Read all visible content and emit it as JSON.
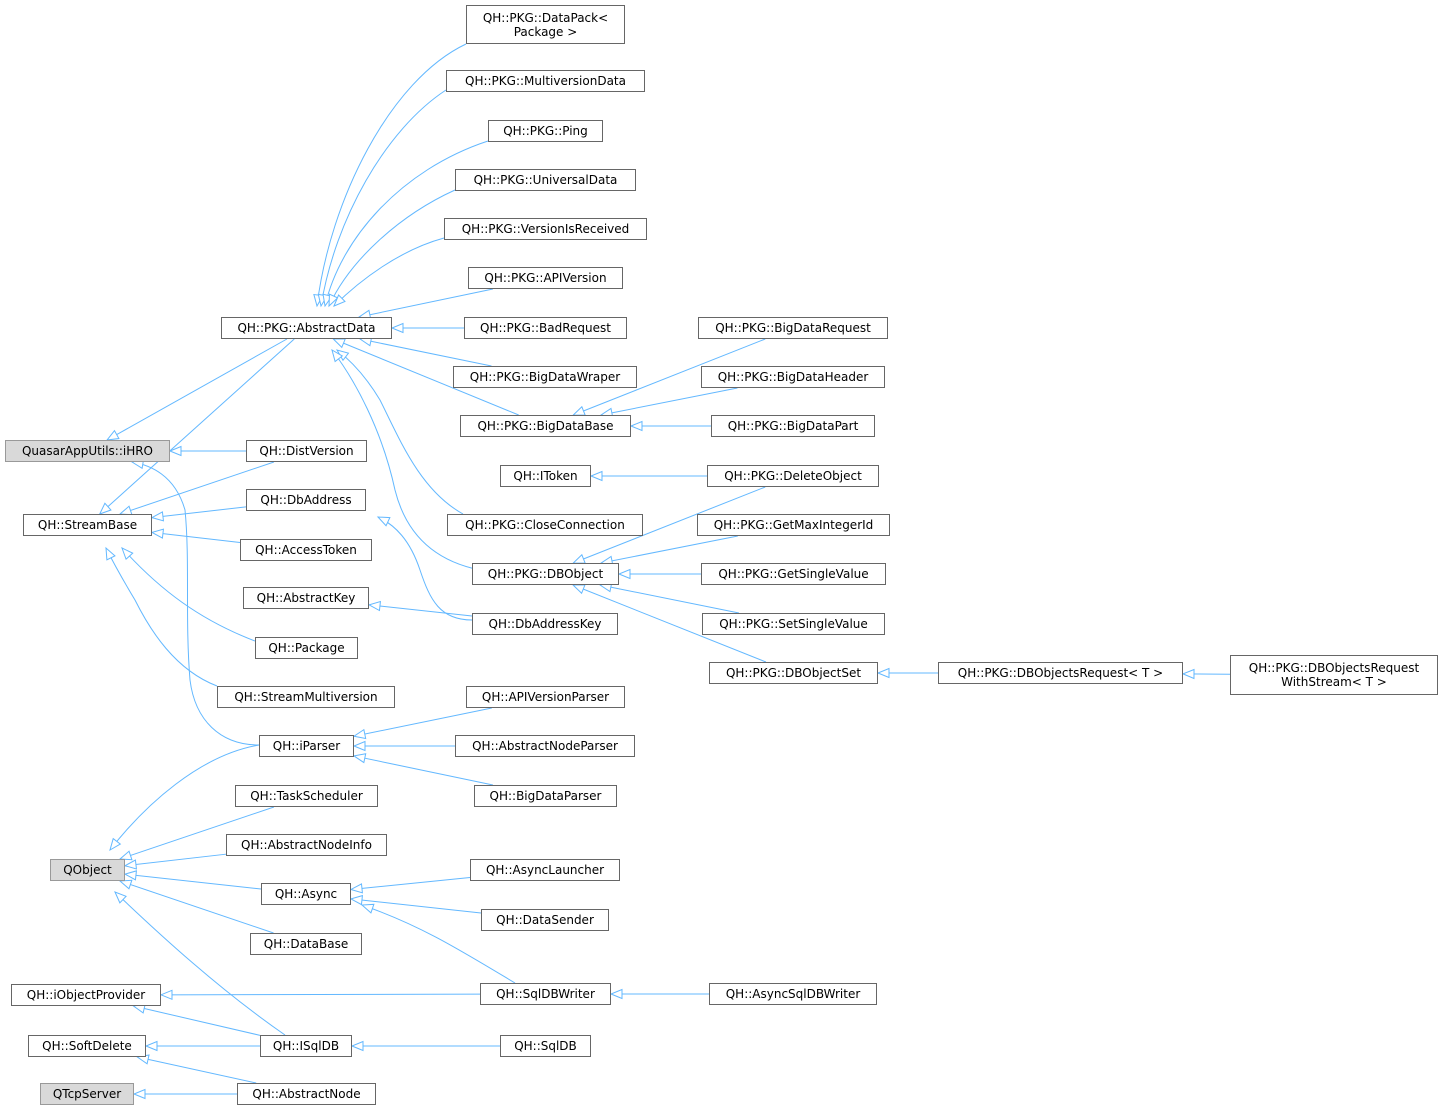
{
  "colors": {
    "edge": "#63b8ff",
    "external_fill": "#d9d9d9",
    "node_border": "#666666"
  },
  "nodes": [
    {
      "id": "iHRO",
      "label": "QuasarAppUtils::iHRO",
      "external": true
    },
    {
      "id": "StreamBase",
      "label": "QH::StreamBase",
      "external": false
    },
    {
      "id": "QObject",
      "label": "QObject",
      "external": true
    },
    {
      "id": "iObjectProvider",
      "label": "QH::iObjectProvider",
      "external": false
    },
    {
      "id": "SoftDelete",
      "label": "QH::SoftDelete",
      "external": false
    },
    {
      "id": "QTcpServer",
      "label": "QTcpServer",
      "external": true
    },
    {
      "id": "AbstractData",
      "label": "QH::PKG::AbstractData",
      "external": false
    },
    {
      "id": "DistVersion",
      "label": "QH::DistVersion",
      "external": false
    },
    {
      "id": "DbAddress",
      "label": "QH::DbAddress",
      "external": false
    },
    {
      "id": "AccessToken",
      "label": "QH::AccessToken",
      "external": false
    },
    {
      "id": "AbstractKey",
      "label": "QH::AbstractKey",
      "external": false
    },
    {
      "id": "Package",
      "label": "QH::Package",
      "external": false
    },
    {
      "id": "StreamMultiversion",
      "label": "QH::StreamMultiversion",
      "external": false
    },
    {
      "id": "iParser",
      "label": "QH::iParser",
      "external": false
    },
    {
      "id": "TaskScheduler",
      "label": "QH::TaskScheduler",
      "external": false
    },
    {
      "id": "AbstractNodeInfo",
      "label": "QH::AbstractNodeInfo",
      "external": false
    },
    {
      "id": "Async",
      "label": "QH::Async",
      "external": false
    },
    {
      "id": "DataBase",
      "label": "QH::DataBase",
      "external": false
    },
    {
      "id": "ISqlDB",
      "label": "QH::ISqlDB",
      "external": false
    },
    {
      "id": "AbstractNode",
      "label": "QH::AbstractNode",
      "external": false
    },
    {
      "id": "DataPack",
      "label": "QH::PKG::DataPack<\nPackage >",
      "external": false
    },
    {
      "id": "MultiversionData",
      "label": "QH::PKG::MultiversionData",
      "external": false
    },
    {
      "id": "Ping",
      "label": "QH::PKG::Ping",
      "external": false
    },
    {
      "id": "UniversalData",
      "label": "QH::PKG::UniversalData",
      "external": false
    },
    {
      "id": "VersionIsReceived",
      "label": "QH::PKG::VersionIsReceived",
      "external": false
    },
    {
      "id": "APIVersion",
      "label": "QH::PKG::APIVersion",
      "external": false
    },
    {
      "id": "BadRequest",
      "label": "QH::PKG::BadRequest",
      "external": false
    },
    {
      "id": "BigDataWraper",
      "label": "QH::PKG::BigDataWraper",
      "external": false
    },
    {
      "id": "BigDataBase",
      "label": "QH::PKG::BigDataBase",
      "external": false
    },
    {
      "id": "IToken",
      "label": "QH::IToken",
      "external": false
    },
    {
      "id": "CloseConnection",
      "label": "QH::PKG::CloseConnection",
      "external": false
    },
    {
      "id": "DBObject",
      "label": "QH::PKG::DBObject",
      "external": false
    },
    {
      "id": "DbAddressKey",
      "label": "QH::DbAddressKey",
      "external": false
    },
    {
      "id": "APIVersionParser",
      "label": "QH::APIVersionParser",
      "external": false
    },
    {
      "id": "AbstractNodeParser",
      "label": "QH::AbstractNodeParser",
      "external": false
    },
    {
      "id": "BigDataParser",
      "label": "QH::BigDataParser",
      "external": false
    },
    {
      "id": "AsyncLauncher",
      "label": "QH::AsyncLauncher",
      "external": false
    },
    {
      "id": "DataSender",
      "label": "QH::DataSender",
      "external": false
    },
    {
      "id": "SqlDBWriter",
      "label": "QH::SqlDBWriter",
      "external": false
    },
    {
      "id": "SqlDB",
      "label": "QH::SqlDB",
      "external": false
    },
    {
      "id": "BigDataRequest",
      "label": "QH::PKG::BigDataRequest",
      "external": false
    },
    {
      "id": "BigDataHeader",
      "label": "QH::PKG::BigDataHeader",
      "external": false
    },
    {
      "id": "BigDataPart",
      "label": "QH::PKG::BigDataPart",
      "external": false
    },
    {
      "id": "DeleteObject",
      "label": "QH::PKG::DeleteObject",
      "external": false
    },
    {
      "id": "GetMaxIntegerId",
      "label": "QH::PKG::GetMaxIntegerId",
      "external": false
    },
    {
      "id": "GetSingleValue",
      "label": "QH::PKG::GetSingleValue",
      "external": false
    },
    {
      "id": "SetSingleValue",
      "label": "QH::PKG::SetSingleValue",
      "external": false
    },
    {
      "id": "DBObjectSet",
      "label": "QH::PKG::DBObjectSet",
      "external": false
    },
    {
      "id": "AsyncSqlDBWriter",
      "label": "QH::AsyncSqlDBWriter",
      "external": false
    },
    {
      "id": "DBObjectsRequest",
      "label": "QH::PKG::DBObjectsRequest< T >",
      "external": false
    },
    {
      "id": "DBObjectsRequestWithStream",
      "label": "QH::PKG::DBObjectsRequest\nWithStream< T >",
      "external": false
    }
  ],
  "edges": [
    {
      "from": "DataPack",
      "to": "AbstractData"
    },
    {
      "from": "MultiversionData",
      "to": "AbstractData"
    },
    {
      "from": "Ping",
      "to": "AbstractData"
    },
    {
      "from": "UniversalData",
      "to": "AbstractData"
    },
    {
      "from": "VersionIsReceived",
      "to": "AbstractData"
    },
    {
      "from": "APIVersion",
      "to": "AbstractData"
    },
    {
      "from": "BadRequest",
      "to": "AbstractData"
    },
    {
      "from": "BigDataWraper",
      "to": "AbstractData"
    },
    {
      "from": "BigDataBase",
      "to": "AbstractData"
    },
    {
      "from": "CloseConnection",
      "to": "AbstractData"
    },
    {
      "from": "DBObject",
      "to": "AbstractData"
    },
    {
      "from": "AbstractData",
      "to": "iHRO"
    },
    {
      "from": "AbstractData",
      "to": "StreamBase"
    },
    {
      "from": "DistVersion",
      "to": "iHRO"
    },
    {
      "from": "DistVersion",
      "to": "StreamBase"
    },
    {
      "from": "iParser",
      "to": "iHRO"
    },
    {
      "from": "iParser",
      "to": "QObject"
    },
    {
      "from": "DbAddress",
      "to": "StreamBase"
    },
    {
      "from": "AccessToken",
      "to": "StreamBase"
    },
    {
      "from": "Package",
      "to": "StreamBase"
    },
    {
      "from": "StreamMultiversion",
      "to": "StreamBase"
    },
    {
      "from": "DbAddressKey",
      "to": "DbAddress"
    },
    {
      "from": "DbAddressKey",
      "to": "AbstractKey"
    },
    {
      "from": "BigDataRequest",
      "to": "BigDataBase"
    },
    {
      "from": "BigDataHeader",
      "to": "BigDataBase"
    },
    {
      "from": "BigDataPart",
      "to": "BigDataBase"
    },
    {
      "from": "DeleteObject",
      "to": "IToken"
    },
    {
      "from": "DeleteObject",
      "to": "DBObject"
    },
    {
      "from": "GetMaxIntegerId",
      "to": "DBObject"
    },
    {
      "from": "GetSingleValue",
      "to": "DBObject"
    },
    {
      "from": "SetSingleValue",
      "to": "DBObject"
    },
    {
      "from": "DBObjectSet",
      "to": "DBObject"
    },
    {
      "from": "DBObjectsRequest",
      "to": "DBObjectSet"
    },
    {
      "from": "DBObjectsRequestWithStream",
      "to": "DBObjectsRequest"
    },
    {
      "from": "APIVersionParser",
      "to": "iParser"
    },
    {
      "from": "AbstractNodeParser",
      "to": "iParser"
    },
    {
      "from": "BigDataParser",
      "to": "iParser"
    },
    {
      "from": "TaskScheduler",
      "to": "QObject"
    },
    {
      "from": "AbstractNodeInfo",
      "to": "QObject"
    },
    {
      "from": "Async",
      "to": "QObject"
    },
    {
      "from": "DataBase",
      "to": "QObject"
    },
    {
      "from": "ISqlDB",
      "to": "QObject"
    },
    {
      "from": "AsyncLauncher",
      "to": "Async"
    },
    {
      "from": "DataSender",
      "to": "Async"
    },
    {
      "from": "SqlDBWriter",
      "to": "Async"
    },
    {
      "from": "SqlDBWriter",
      "to": "iObjectProvider"
    },
    {
      "from": "AsyncSqlDBWriter",
      "to": "SqlDBWriter"
    },
    {
      "from": "ISqlDB",
      "to": "iObjectProvider"
    },
    {
      "from": "ISqlDB",
      "to": "SoftDelete"
    },
    {
      "from": "SqlDB",
      "to": "ISqlDB"
    },
    {
      "from": "AbstractNode",
      "to": "SoftDelete"
    },
    {
      "from": "AbstractNode",
      "to": "QTcpServer"
    }
  ]
}
